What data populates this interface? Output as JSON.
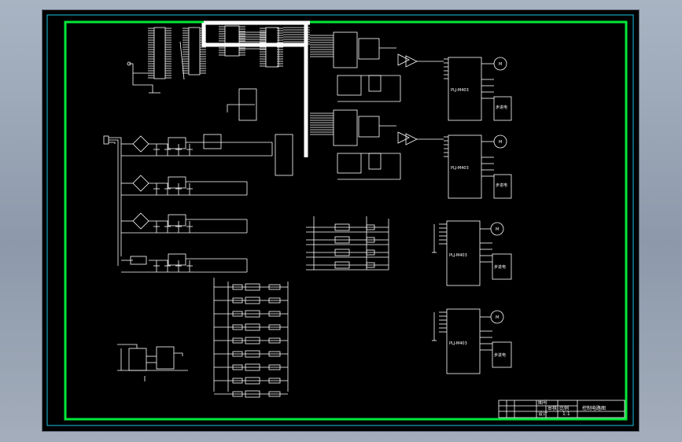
{
  "drawing": {
    "colors": {
      "background": "#000000",
      "border": "#00e83a",
      "inner_frame": "#17c4e6",
      "lines": "#ffffff",
      "viewport": "#9aa5b4"
    },
    "driver_module_label": "PLJ-M403",
    "motor_box_label": "步进电",
    "motor_label": "M",
    "title_block": {
      "cells": [
        "图号",
        "比例",
        "1:1",
        "设计",
        "审核"
      ],
      "title": "控制电路图"
    }
  }
}
